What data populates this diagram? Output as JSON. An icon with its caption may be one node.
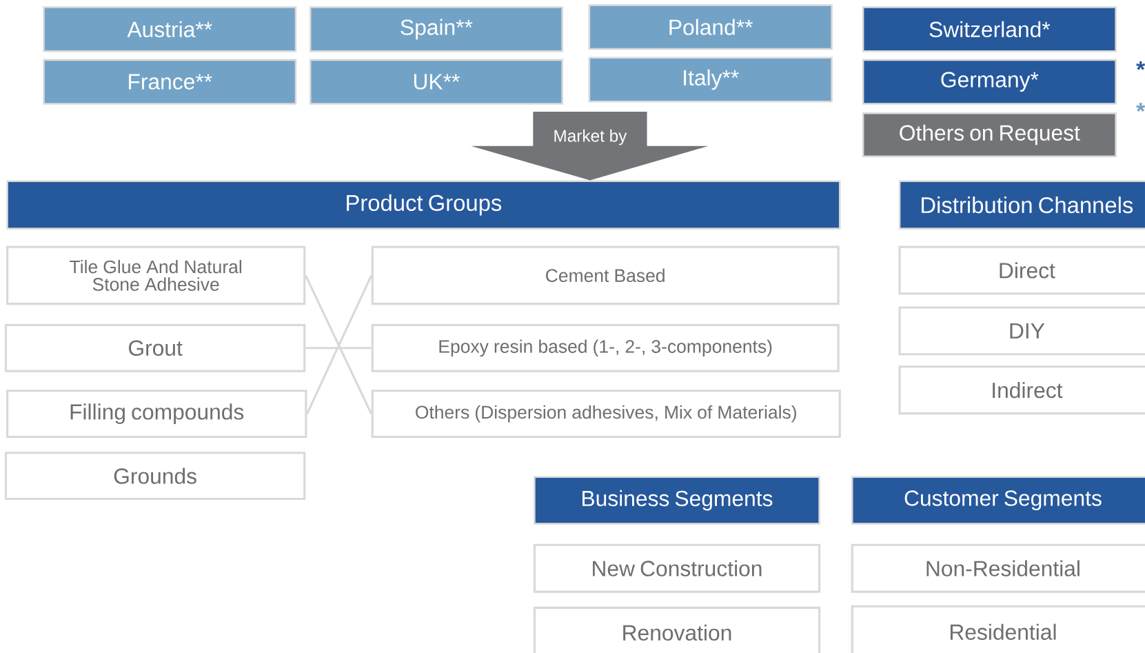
{
  "diagram": {
    "nodes": [
      {
        "text": [
          "Austria**"
        ]
      },
      {
        "text": [
          "Spain**"
        ]
      },
      {
        "text": [
          "Poland**"
        ]
      },
      {
        "text": [
          "Switzerland*"
        ]
      },
      {
        "text": [
          "France**"
        ]
      },
      {
        "text": [
          "UK**"
        ]
      },
      {
        "text": [
          "Italy**"
        ]
      },
      {
        "text": [
          "Germany*"
        ]
      },
      {
        "text": [
          "Others on Request"
        ]
      },
      {
        "text": [
          "Product Groups"
        ]
      },
      {
        "text": [
          "Distribution Channels"
        ]
      },
      {
        "text": [
          "Tile Glue And Natural Stone Adhesive"
        ]
      },
      {
        "text": [
          "Cement Based"
        ]
      },
      {
        "text": [
          "Direct"
        ]
      },
      {
        "text": [
          "Grout"
        ]
      },
      {
        "text": [
          "Epoxy resin based (1-, 2-, 3-components)"
        ]
      },
      {
        "text": [
          "DIY"
        ]
      },
      {
        "text": [
          "Filling compounds"
        ]
      },
      {
        "text": [
          "Others (Dispersion adhesives, Mix of Materials)"
        ]
      },
      {
        "text": [
          "Indirect"
        ]
      },
      {
        "text": [
          "Grounds"
        ]
      },
      {
        "text": [
          "Business Segments"
        ]
      },
      {
        "text": [
          "Customer Segments"
        ]
      },
      {
        "text": [
          "New Construction"
        ]
      },
      {
        "text": [
          "Non-Residential"
        ]
      },
      {
        "text": [
          "Renovation"
        ]
      },
      {
        "text": [
          "Residential"
        ]
      }
    ],
    "edges": [
      {
        "from": null,
        "to": 9,
        "arrow": "to",
        "label": "Market by",
        "style": "thick",
        "color": "#737477"
      },
      {
        "from": 11,
        "to": 18,
        "arrow": "none"
      },
      {
        "from": 14,
        "to": 15,
        "arrow": "none"
      },
      {
        "from": 17,
        "to": 12,
        "arrow": "none"
      }
    ],
    "labels": [
      "*",
      "*"
    ]
  }
}
